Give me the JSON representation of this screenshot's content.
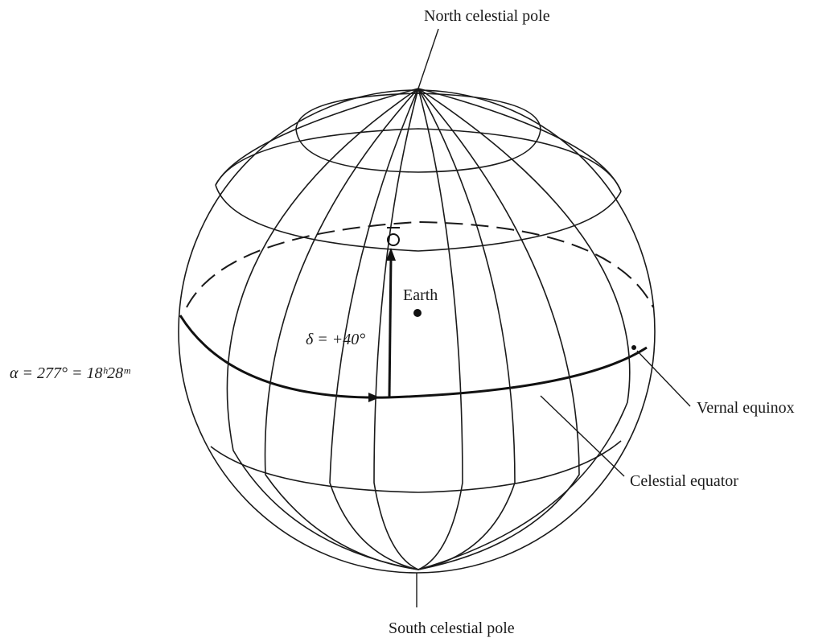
{
  "labels": {
    "north_pole": "North celestial pole",
    "south_pole": "South celestial pole",
    "vernal_equinox": "Vernal equinox",
    "celestial_equator": "Celestial equator",
    "earth": "Earth",
    "declination": "δ = +40°",
    "right_ascension": "α = 277° = 18ʰ28ᵐ"
  },
  "icons": {
    "star": "star-symbol-icon",
    "earth": "earth-dot-icon"
  },
  "colors": {
    "ink": "#1a1a1a",
    "background": "#ffffff"
  }
}
